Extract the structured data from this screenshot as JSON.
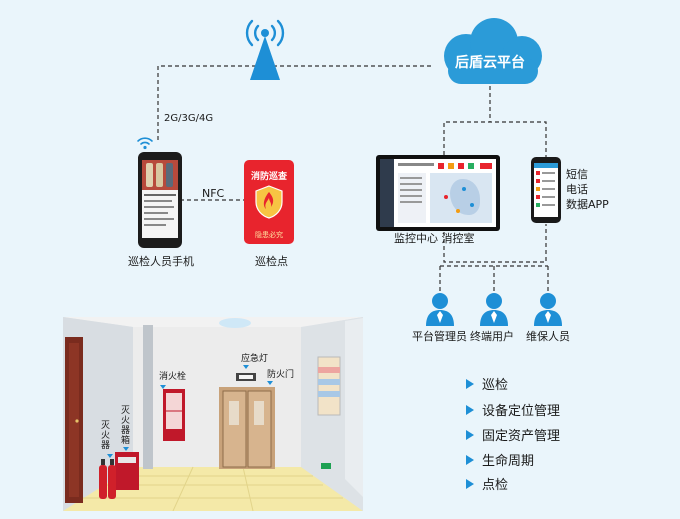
{
  "cloud": {
    "label": "后盾云平台"
  },
  "network_label": "2G/3G/4G",
  "nfc_label": "NFC",
  "phone": {
    "label": "巡检人员手机"
  },
  "tag": {
    "header": "消防巡查",
    "footer": "隐患必究",
    "label": "巡检点"
  },
  "monitor": {
    "label": "监控中心  消控室"
  },
  "mobile": {
    "lines": [
      "短信",
      "电话",
      "数据APP"
    ]
  },
  "users": [
    {
      "label": "平台管理员"
    },
    {
      "label": "终端用户"
    },
    {
      "label": "维保人员"
    }
  ],
  "scene_labels": {
    "extinguisher": "灭火器",
    "extinguisher_box": "灭火器箱",
    "hydrant": "消火栓",
    "emergency_light": "应急灯",
    "fire_door": "防火门"
  },
  "features": [
    "巡检",
    "设备定位管理",
    "固定资产管理",
    "生命周期",
    "点检"
  ],
  "colors": {
    "accent": "#1e8fd6",
    "cloud": "#2b9bd8",
    "tag_red": "#e8242d"
  }
}
